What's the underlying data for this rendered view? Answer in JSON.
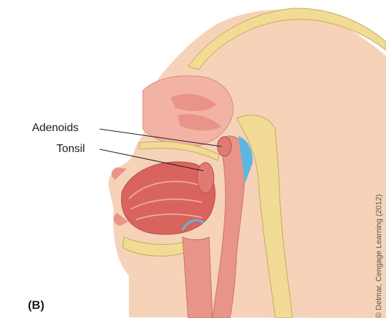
{
  "labels": {
    "adenoids": "Adenoids",
    "tonsil": "Tonsil"
  },
  "panel_letter": "(B)",
  "credit": "© Delmar, Cengage Learning (2012)",
  "colors": {
    "skin": "#f6d3b8",
    "bone": "#f2dc95",
    "bone_outline": "#c7a95a",
    "soft_tissue": "#e99488",
    "mucosa": "#f2b2a6",
    "muscle": "#d9645e",
    "cartilage_blue": "#5bb7df",
    "label_text": "#1a1a1a"
  }
}
